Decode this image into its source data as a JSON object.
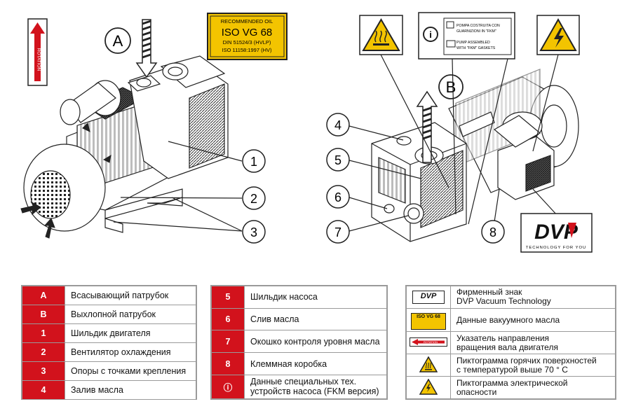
{
  "diagram": {
    "callouts": {
      "A": "A",
      "B": "B",
      "n1": "1",
      "n2": "2",
      "n3": "3",
      "n4": "4",
      "n5": "5",
      "n6": "6",
      "n7": "7",
      "n8": "8"
    },
    "oil_label": {
      "line1": "RECOMMENDED OIL",
      "line2": "ISO VG 68",
      "line3": "DIN 51524/3 (HVLP)",
      "line4": "ISO 11158:1997 (HV)"
    },
    "rotation_label": "ROTATION",
    "info_label": {
      "line1": "POMPA COSTRUITA CON",
      "line2": "GUARNIZIONI IN \"FKM\"",
      "line3": "PUMP ASSEMBLED",
      "line4": "WITH \"FKM\" GASKETS"
    },
    "dvp_logo": {
      "brand": "DVP",
      "tagline": "TECHNOLOGY FOR YOU"
    }
  },
  "legend_left": [
    {
      "code": "A",
      "text": "Всасывающий патрубок"
    },
    {
      "code": "B",
      "text": "Выхлопной патрубок"
    },
    {
      "code": "1",
      "text": "Шильдик двигателя"
    },
    {
      "code": "2",
      "text": "Вентилятор охлаждения"
    },
    {
      "code": "3",
      "text": "Опоры с точками крепления"
    },
    {
      "code": "4",
      "text": "Залив масла"
    }
  ],
  "legend_middle": [
    {
      "code": "5",
      "text": "Шильдик насоса"
    },
    {
      "code": "6",
      "text": "Слив масла"
    },
    {
      "code": "7",
      "text": "Окошко контроля уровня масла"
    },
    {
      "code": "8",
      "text": "Клеммная коробка"
    },
    {
      "code": "ⓘ",
      "text": "Данные специальных тех. устройств насоса (FKM версия)"
    }
  ],
  "legend_right": [
    {
      "symbol": "dvp-logo",
      "mini": "DVP",
      "line1": "Фирменный знак",
      "line2": "DVP Vacuum Technology"
    },
    {
      "symbol": "oil-label",
      "mini": "ISO VG 68",
      "line1": "Данные вакуумного масла",
      "line2": ""
    },
    {
      "symbol": "rotation-arrow",
      "mini": "ROTATION",
      "line1": "Указатель направления",
      "line2": "вращения вала двигателя"
    },
    {
      "symbol": "hot-surface-icon",
      "line1": "Пиктограмма горячих поверхностей",
      "line2": "с температурой выше 70 ° C"
    },
    {
      "symbol": "electric-hazard-icon",
      "line1": "Пиктограмма электрической опасности",
      "line2": ""
    }
  ],
  "colors": {
    "code_red": "#d2121c",
    "warning_yellow": "#f3c400",
    "line": "#222222"
  }
}
